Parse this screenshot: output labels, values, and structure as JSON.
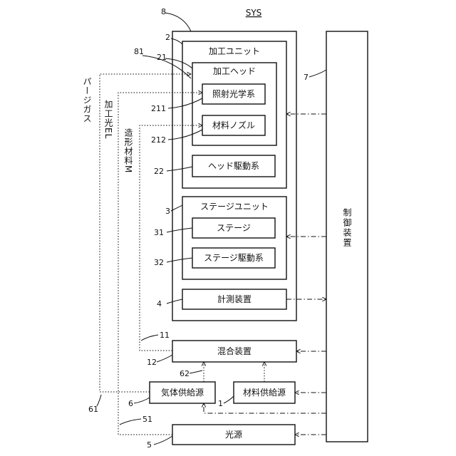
{
  "title": "SYS",
  "ref": {
    "housing": "8",
    "machining_unit": "2",
    "control": "7",
    "nozzle_chamber": "81",
    "head": "21",
    "irradiation": "211",
    "nozzle": "212",
    "head_drive": "22",
    "stage_unit": "3",
    "stage": "31",
    "stage_drive": "32",
    "measurement": "4",
    "mixer_pipe": "11",
    "mixer": "12",
    "gas_pipe_mixer": "62",
    "gas_supply": "6",
    "material_supply": "1",
    "gas_pipe": "61",
    "light_pipe": "51",
    "light_source": "5"
  },
  "labels": {
    "machining_unit": "加工ユニット",
    "head": "加工ヘッド",
    "irradiation": "照射光学系",
    "nozzle": "材料ノズル",
    "head_drive": "ヘッド駆動系",
    "stage_unit": "ステージユニット",
    "stage": "ステージ",
    "stage_drive": "ステージ駆動系",
    "measurement": "計測装置",
    "control": "制御装置",
    "mixer": "混合装置",
    "gas_supply": "気体供給源",
    "material_supply": "材料供給源",
    "light_source": "光源"
  },
  "flows": {
    "purge_gas": "パージガス",
    "processing_light": "加工光EL",
    "build_material": "造形材料M"
  }
}
